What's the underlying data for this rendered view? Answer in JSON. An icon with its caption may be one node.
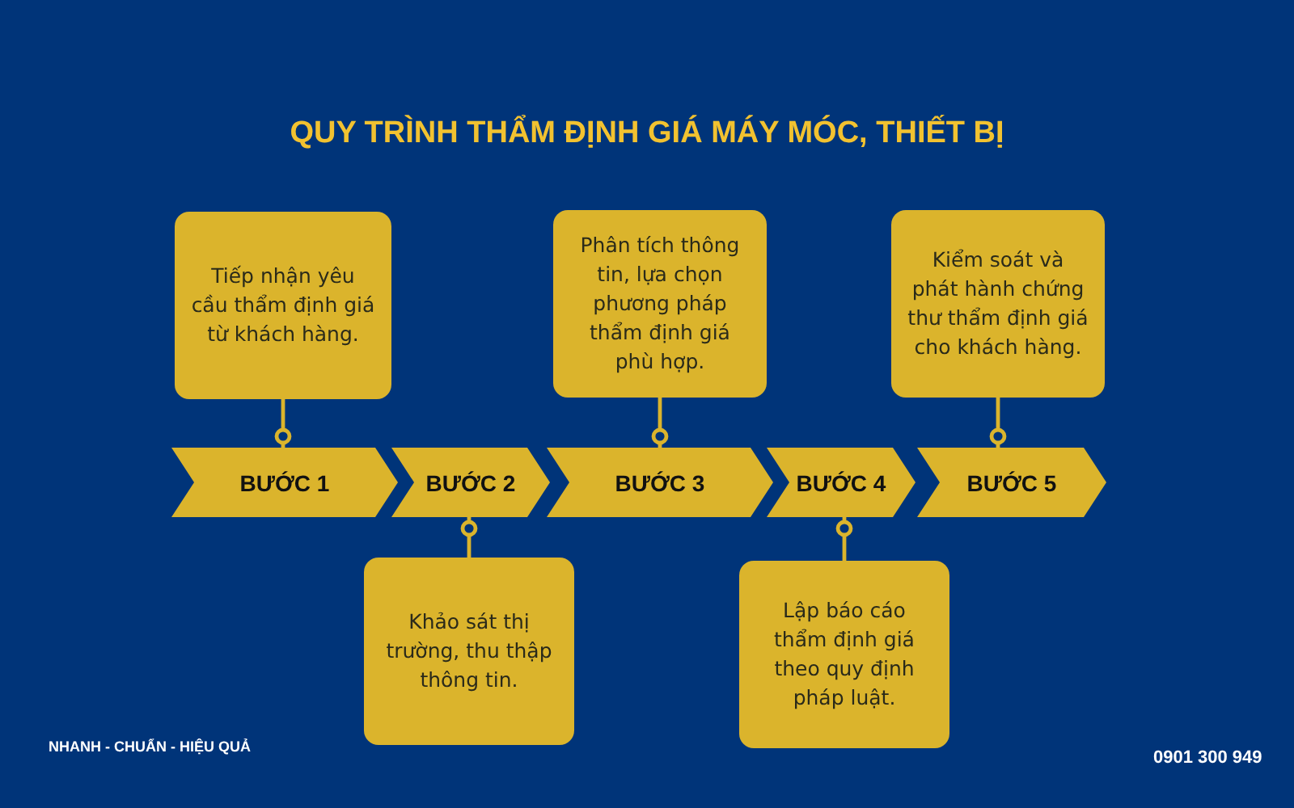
{
  "diagram": {
    "title": "QUY TRÌNH THẨM ĐỊNH GIÁ MÁY MÓC, THIẾT BỊ",
    "nodes": [
      {
        "text": [
          "Tiếp nhận yêu cầu thẩm định giá từ khách hàng."
        ]
      },
      {
        "text": [
          "Phân tích thông tin, lựa chọn phương pháp thẩm định giá phù hợp."
        ]
      },
      {
        "text": [
          "Kiểm soát và phát hành chứng thư thẩm định giá cho khách hàng."
        ]
      },
      {
        "text": [
          "BƯỚC 1"
        ]
      },
      {
        "text": [
          "BƯỚC 2"
        ]
      },
      {
        "text": [
          "BƯỚC 3"
        ]
      },
      {
        "text": [
          "BƯỚC 4"
        ]
      },
      {
        "text": [
          "BƯỚC 5"
        ]
      },
      {
        "text": [
          "Khảo sát thị trường, thu thập thông tin."
        ]
      },
      {
        "text": [
          "Lập báo cáo thẩm định giá theo quy định pháp luật."
        ]
      }
    ],
    "edges": [
      {
        "from": 0,
        "to": 3,
        "arrow": "other"
      },
      {
        "from": 1,
        "to": 5,
        "arrow": "other"
      },
      {
        "from": 2,
        "to": 7,
        "arrow": "other"
      },
      {
        "from": 8,
        "to": 4,
        "arrow": "other"
      },
      {
        "from": 9,
        "to": 6,
        "arrow": "other"
      }
    ],
    "labels": [
      "NHANH - CHUẨN - HIỆU QUẢ",
      "0901 300 949"
    ]
  }
}
